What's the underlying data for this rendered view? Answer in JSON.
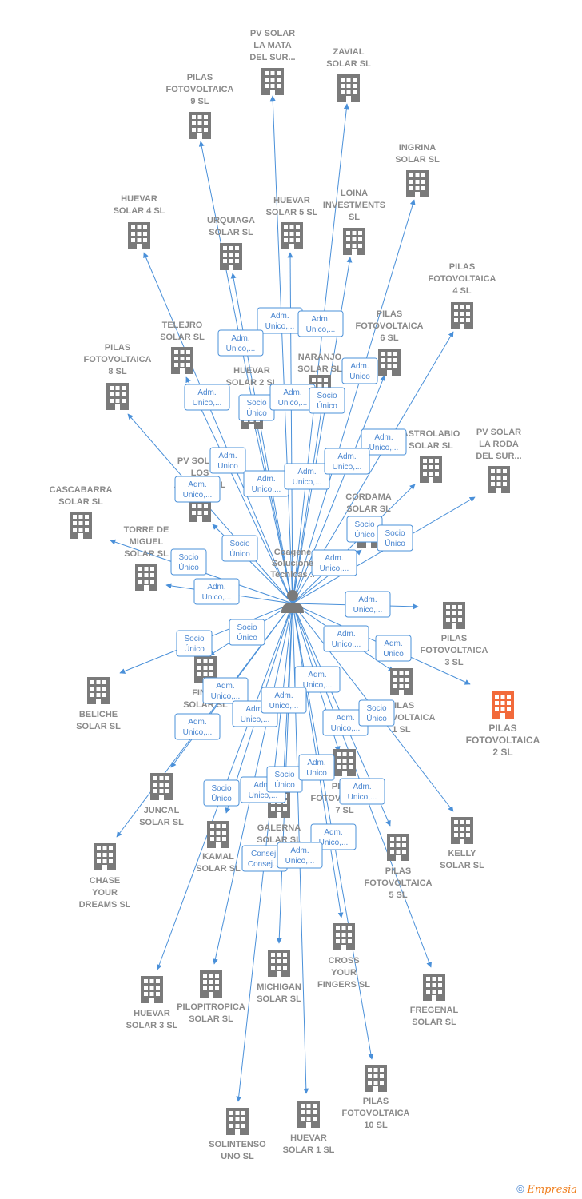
{
  "colors": {
    "edge": "#4a90d9",
    "node": "#7a7a7a",
    "highlight": "#f26a3b",
    "label": "#8a8a8a",
    "badge_text": "#4a86d0"
  },
  "center": {
    "label": [
      "Coagene",
      "Solucione",
      "Tecnicas..."
    ],
    "icon": "person-icon"
  },
  "companies": [
    {
      "id": "pv-solar-la-mata",
      "label": [
        "PV SOLAR",
        "LA MATA",
        "DEL SUR..."
      ],
      "icon": "building-icon"
    },
    {
      "id": "zavial",
      "label": [
        "ZAVIAL",
        "SOLAR SL"
      ],
      "icon": "building-icon"
    },
    {
      "id": "pilas-9",
      "label": [
        "PILAS",
        "FOTOVOLTAICA",
        "9 SL"
      ],
      "icon": "building-icon"
    },
    {
      "id": "ingrina",
      "label": [
        "INGRINA",
        "SOLAR SL"
      ],
      "icon": "building-icon"
    },
    {
      "id": "huevar-4",
      "label": [
        "HUEVAR",
        "SOLAR 4 SL"
      ],
      "icon": "building-icon"
    },
    {
      "id": "huevar-5",
      "label": [
        "HUEVAR",
        "SOLAR 5 SL"
      ],
      "icon": "building-icon"
    },
    {
      "id": "loina",
      "label": [
        "LOINA",
        "INVESTMENTS",
        "SL"
      ],
      "icon": "building-icon"
    },
    {
      "id": "urquiaga",
      "label": [
        "URQUIAGA",
        "SOLAR SL"
      ],
      "icon": "building-icon"
    },
    {
      "id": "pilas-4",
      "label": [
        "PILAS",
        "FOTOVOLTAICA",
        "4 SL"
      ],
      "icon": "building-icon"
    },
    {
      "id": "pilas-6",
      "label": [
        "PILAS",
        "FOTOVOLTAICA",
        "6 SL"
      ],
      "icon": "building-icon"
    },
    {
      "id": "telejro",
      "label": [
        "TELEJRO",
        "SOLAR SL"
      ],
      "icon": "building-icon"
    },
    {
      "id": "naranjo",
      "label": [
        "NARANJO",
        "SOLAR SL"
      ],
      "icon": "building-icon"
    },
    {
      "id": "pilas-8",
      "label": [
        "PILAS",
        "FOTOVOLTAICA",
        "8 SL"
      ],
      "icon": "building-icon"
    },
    {
      "id": "huevar-2",
      "label": [
        "HUEVAR",
        "SOLAR 2 SL"
      ],
      "icon": "building-icon"
    },
    {
      "id": "astrolabio",
      "label": [
        "ASTROLABIO",
        "SOLAR SL"
      ],
      "icon": "building-icon"
    },
    {
      "id": "pv-solar-la-roda",
      "label": [
        "PV SOLAR",
        "LA RODA",
        "DEL SUR..."
      ],
      "icon": "building-icon"
    },
    {
      "id": "pv-solar-los",
      "label": [
        "PV SOLAR",
        "LOS",
        "ALAMOS SL"
      ],
      "icon": "building-icon"
    },
    {
      "id": "cascabarra",
      "label": [
        "CASCABARRA",
        "SOLAR SL"
      ],
      "icon": "building-icon"
    },
    {
      "id": "cordama",
      "label": [
        "CORDAMA",
        "SOLAR SL"
      ],
      "icon": "building-icon"
    },
    {
      "id": "torre-de-miguel",
      "label": [
        "TORRE DE",
        "MIGUEL",
        "SOLAR SL"
      ],
      "icon": "building-icon"
    },
    {
      "id": "pilas-3",
      "label": [
        "PILAS",
        "FOTOVOLTAICA",
        "3 SL"
      ],
      "icon": "building-icon"
    },
    {
      "id": "pilas-2",
      "label": [
        "PILAS",
        "FOTOVOLTAICA",
        "2 SL"
      ],
      "icon": "building-icon",
      "highlight": true
    },
    {
      "id": "beliche",
      "label": [
        "BELICHE",
        "SOLAR SL"
      ],
      "icon": "building-icon"
    },
    {
      "id": "finca",
      "label": [
        "FINCA",
        "SOLAR SL"
      ],
      "icon": "building-icon"
    },
    {
      "id": "pilas-1",
      "label": [
        "PILAS",
        "FOTOVOLTAICA",
        "1 SL"
      ],
      "icon": "building-icon"
    },
    {
      "id": "juncal",
      "label": [
        "JUNCAL",
        "SOLAR SL"
      ],
      "icon": "building-icon"
    },
    {
      "id": "pilas-7",
      "label": [
        "PILAS",
        "FOTOVOLTAICA",
        "7 SL"
      ],
      "icon": "building-icon"
    },
    {
      "id": "kelly",
      "label": [
        "KELLY",
        "SOLAR SL"
      ],
      "icon": "building-icon"
    },
    {
      "id": "galerna",
      "label": [
        "GALERNA",
        "SOLAR SL"
      ],
      "icon": "building-icon"
    },
    {
      "id": "kamal",
      "label": [
        "KAMAL",
        "SOLAR SL"
      ],
      "icon": "building-icon"
    },
    {
      "id": "chase",
      "label": [
        "CHASE",
        "YOUR",
        "DREAMS SL"
      ],
      "icon": "building-icon"
    },
    {
      "id": "pilas-5",
      "label": [
        "PILAS",
        "FOTOVOLTAICA",
        "5 SL"
      ],
      "icon": "building-icon"
    },
    {
      "id": "cross",
      "label": [
        "CROSS",
        "YOUR",
        "FINGERS SL"
      ],
      "icon": "building-icon"
    },
    {
      "id": "michigan",
      "label": [
        "MICHIGAN",
        "SOLAR SL"
      ],
      "icon": "building-icon"
    },
    {
      "id": "fregenal",
      "label": [
        "FREGENAL",
        "SOLAR SL"
      ],
      "icon": "building-icon"
    },
    {
      "id": "huevar-3",
      "label": [
        "HUEVAR",
        "SOLAR 3 SL"
      ],
      "icon": "building-icon"
    },
    {
      "id": "pilopitropica",
      "label": [
        "PILOPITROPICA",
        "SOLAR SL"
      ],
      "icon": "building-icon"
    },
    {
      "id": "pilas-10",
      "label": [
        "PILAS",
        "FOTOVOLTAICA",
        "10 SL"
      ],
      "icon": "building-icon"
    },
    {
      "id": "solintenso",
      "label": [
        "SOLINTENSO",
        "UNO SL"
      ],
      "icon": "building-icon"
    },
    {
      "id": "huevar-1",
      "label": [
        "HUEVAR",
        "SOLAR 1 SL"
      ],
      "icon": "building-icon"
    }
  ],
  "relations": [
    {
      "text": [
        "Adm.",
        "Unico,..."
      ]
    },
    {
      "text": [
        "Adm.",
        "Unico,..."
      ]
    },
    {
      "text": [
        "Adm.",
        "Unico,..."
      ]
    },
    {
      "text": [
        "Adm.",
        "Unico"
      ]
    },
    {
      "text": [
        "Adm.",
        "Unico,..."
      ]
    },
    {
      "text": [
        "Socio",
        "Único"
      ]
    },
    {
      "text": [
        "Adm.",
        "Unico,..."
      ]
    },
    {
      "text": [
        "Socio",
        "Único"
      ]
    },
    {
      "text": [
        "Adm.",
        "Unico,..."
      ]
    },
    {
      "text": [
        "Adm.",
        "Unico"
      ]
    },
    {
      "text": [
        "Adm.",
        "Unico,..."
      ]
    },
    {
      "text": [
        "Adm.",
        "Unico,..."
      ]
    },
    {
      "text": [
        "Adm.",
        "Unico,..."
      ]
    },
    {
      "text": [
        "Adm.",
        "Unico,..."
      ]
    },
    {
      "text": [
        "Socio",
        "Único"
      ]
    },
    {
      "text": [
        "Socio",
        "Único"
      ]
    },
    {
      "text": [
        "Socio",
        "Único"
      ]
    },
    {
      "text": [
        "Adm.",
        "Unico,..."
      ]
    },
    {
      "text": [
        "Socio",
        "Único"
      ]
    },
    {
      "text": [
        "Adm.",
        "Unico,..."
      ]
    },
    {
      "text": [
        "Adm.",
        "Unico,..."
      ]
    },
    {
      "text": [
        "Socio",
        "Único"
      ]
    },
    {
      "text": [
        "Adm.",
        "Unico,..."
      ]
    },
    {
      "text": [
        "Adm.",
        "Unico"
      ]
    },
    {
      "text": [
        "Adm.",
        "Unico,..."
      ]
    },
    {
      "text": [
        "Adm.",
        "Unico,..."
      ]
    },
    {
      "text": [
        "Adm.",
        "Unico,..."
      ]
    },
    {
      "text": [
        "Adm.",
        "Unico,..."
      ]
    },
    {
      "text": [
        "Adm.",
        "Unico,..."
      ]
    },
    {
      "text": [
        "Socio",
        "Único"
      ]
    },
    {
      "text": [
        "Socio",
        "Único"
      ]
    },
    {
      "text": [
        "Adm.",
        "Unico,..."
      ]
    },
    {
      "text": [
        "Socio",
        "Único"
      ]
    },
    {
      "text": [
        "Adm.",
        "Unico,..."
      ]
    },
    {
      "text": [
        "Adm.",
        "Unico,..."
      ]
    },
    {
      "text": [
        "Socio",
        "Único"
      ]
    },
    {
      "text": [
        "Adm.",
        "Unico"
      ]
    },
    {
      "text": [
        "Adm.",
        "Unico,..."
      ]
    },
    {
      "text": [
        "Consej.",
        "Consej...."
      ]
    },
    {
      "text": [
        "Adm.",
        "Unico,..."
      ]
    }
  ],
  "footer": {
    "copyright": "©",
    "brand": "Empresia"
  }
}
